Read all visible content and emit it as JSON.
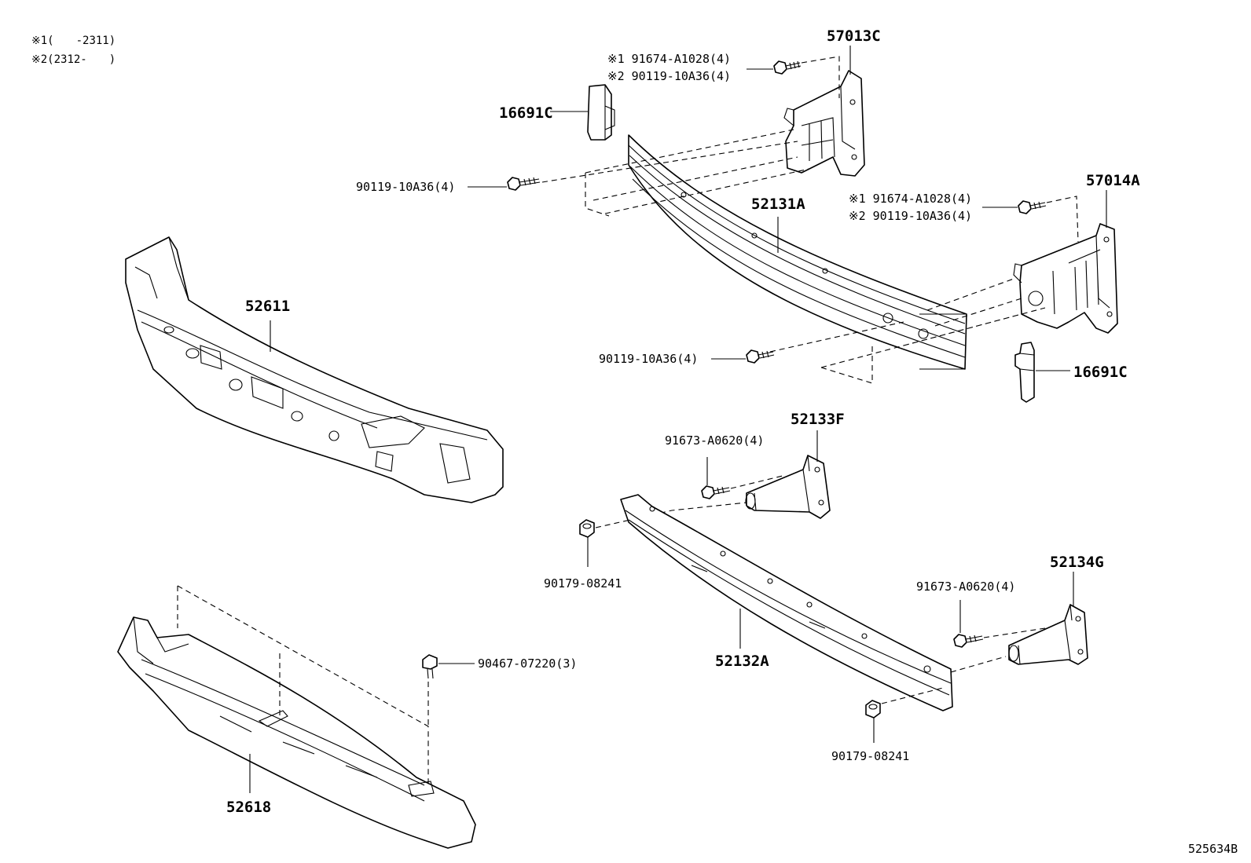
{
  "notes": {
    "n1": "※1(　　-2311)",
    "n2": "※2(2312-　　)"
  },
  "labels": {
    "p57013C": "57013C",
    "p57013C_bolt_a": "※1 91674-A1028(4)",
    "p57013C_bolt_b": "※2 90119-10A36(4)",
    "p16691C_upper": "16691C",
    "p90119_upper": "90119-10A36(4)",
    "p52131A": "52131A",
    "p57014A": "57014A",
    "p57014A_bolt_a": "※1 91674-A1028(4)",
    "p57014A_bolt_b": "※2 90119-10A36(4)",
    "p52611": "52611",
    "p90119_lower": "90119-10A36(4)",
    "p16691C_lower": "16691C",
    "p52133F": "52133F",
    "p91673_upper": "91673-A0620(4)",
    "p90179_left": "90179-08241",
    "p52134G": "52134G",
    "p91673_lower": "91673-A0620(4)",
    "p90467": "90467-07220(3)",
    "p52132A": "52132A",
    "p90179_right": "90179-08241",
    "p52618": "52618",
    "ref": "525634B"
  }
}
